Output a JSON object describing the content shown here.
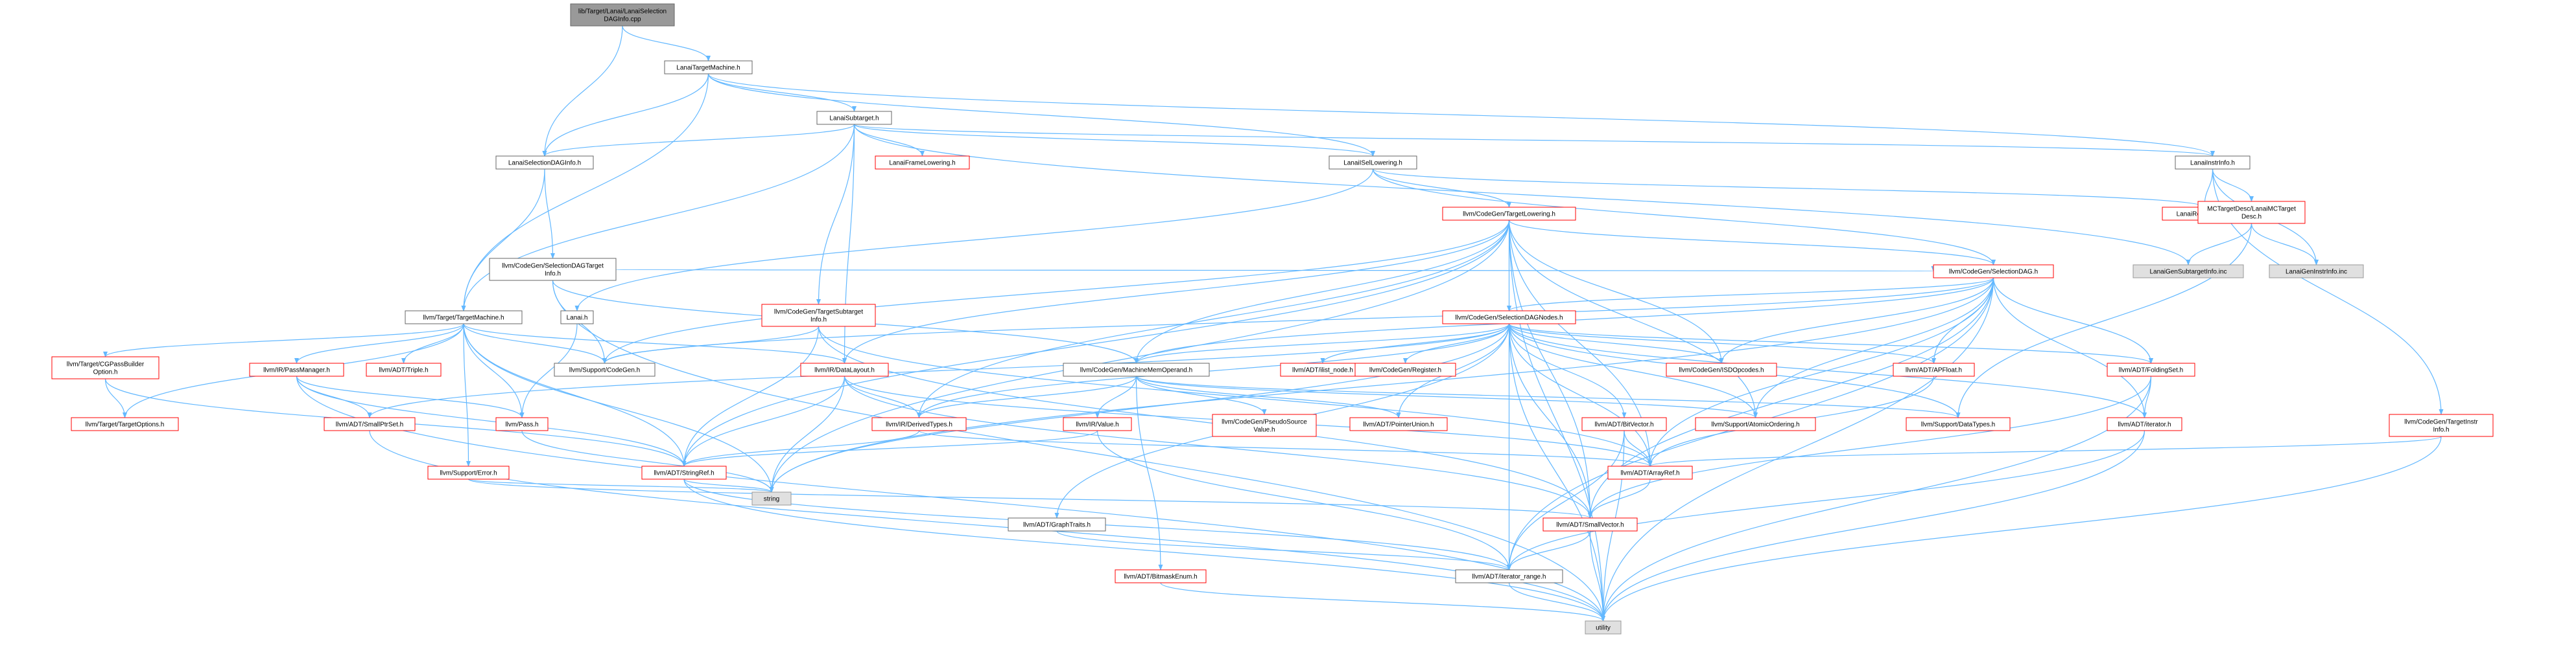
{
  "title": "",
  "colors": {
    "edge": "#63b8ff",
    "node_border_red": "#ff0000",
    "node_border_gray": "#999999",
    "node_border_black": "#666666",
    "root_fill": "#999999",
    "external_fill": "#e0e0e0",
    "node_fill": "#ffffff"
  },
  "nodes": [
    {
      "id": "root",
      "label": [
        "lib/Target/Lanai/LanaiSelection",
        "DAGInfo.cpp"
      ],
      "style": "root"
    },
    {
      "id": "LanaiTargetMachine",
      "label": [
        "LanaiTargetMachine.h"
      ],
      "style": "black"
    },
    {
      "id": "LanaiSubtarget",
      "label": [
        "LanaiSubtarget.h"
      ],
      "style": "black"
    },
    {
      "id": "LanaiSelectionDAGInfo",
      "label": [
        "LanaiSelectionDAGInfo.h"
      ],
      "style": "black"
    },
    {
      "id": "LanaiFrameLowering",
      "label": [
        "LanaiFrameLowering.h"
      ],
      "style": "red"
    },
    {
      "id": "LanaiISelLowering",
      "label": [
        "LanaiISelLowering.h"
      ],
      "style": "black"
    },
    {
      "id": "LanaiInstrInfo",
      "label": [
        "LanaiInstrInfo.h"
      ],
      "style": "black"
    },
    {
      "id": "LanaiRegisterInfo",
      "label": [
        "LanaiRegisterInfo.h"
      ],
      "style": "red"
    },
    {
      "id": "MCTargetDesc",
      "label": [
        "MCTargetDesc/LanaiMCTarget",
        "Desc.h"
      ],
      "style": "red"
    },
    {
      "id": "LanaiGenSubtargetInfo",
      "label": [
        "LanaiGenSubtargetInfo.inc"
      ],
      "style": "gray"
    },
    {
      "id": "LanaiGenInstrInfo",
      "label": [
        "LanaiGenInstrInfo.inc"
      ],
      "style": "gray"
    },
    {
      "id": "TargetLowering",
      "label": [
        "llvm/CodeGen/TargetLowering.h"
      ],
      "style": "red"
    },
    {
      "id": "SelectionDAGTargetInfo",
      "label": [
        "llvm/CodeGen/SelectionDAGTarget",
        "Info.h"
      ],
      "style": "black"
    },
    {
      "id": "Lanai",
      "label": [
        "Lanai.h"
      ],
      "style": "black"
    },
    {
      "id": "SelectionDAG",
      "label": [
        "llvm/CodeGen/SelectionDAG.h"
      ],
      "style": "red"
    },
    {
      "id": "TargetMachine",
      "label": [
        "llvm/Target/TargetMachine.h"
      ],
      "style": "black"
    },
    {
      "id": "TargetSubtargetInfo",
      "label": [
        "llvm/CodeGen/TargetSubtarget",
        "Info.h"
      ],
      "style": "red"
    },
    {
      "id": "SelectionDAGNodes",
      "label": [
        "llvm/CodeGen/SelectionDAGNodes.h"
      ],
      "style": "red"
    },
    {
      "id": "CGPassBuilderOption",
      "label": [
        "llvm/Target/CGPassBuilder",
        "Option.h"
      ],
      "style": "red"
    },
    {
      "id": "PassManager",
      "label": [
        "llvm/IR/PassManager.h"
      ],
      "style": "red"
    },
    {
      "id": "Triple",
      "label": [
        "llvm/ADT/Triple.h"
      ],
      "style": "red"
    },
    {
      "id": "SupportCodeGen",
      "label": [
        "llvm/Support/CodeGen.h"
      ],
      "style": "black"
    },
    {
      "id": "DataLayout",
      "label": [
        "llvm/IR/DataLayout.h"
      ],
      "style": "red"
    },
    {
      "id": "MachineMemOperand",
      "label": [
        "llvm/CodeGen/MachineMemOperand.h"
      ],
      "style": "black"
    },
    {
      "id": "ilist_node",
      "label": [
        "llvm/ADT/ilist_node.h"
      ],
      "style": "red"
    },
    {
      "id": "Register",
      "label": [
        "llvm/CodeGen/Register.h"
      ],
      "style": "red"
    },
    {
      "id": "ISDOpcodes",
      "label": [
        "llvm/CodeGen/ISDOpcodes.h"
      ],
      "style": "red"
    },
    {
      "id": "APFloat",
      "label": [
        "llvm/ADT/APFloat.h"
      ],
      "style": "red"
    },
    {
      "id": "FoldingSet",
      "label": [
        "llvm/ADT/FoldingSet.h"
      ],
      "style": "red"
    },
    {
      "id": "TargetOptions",
      "label": [
        "llvm/Target/TargetOptions.h"
      ],
      "style": "red"
    },
    {
      "id": "SmallPtrSet",
      "label": [
        "llvm/ADT/SmallPtrSet.h"
      ],
      "style": "red"
    },
    {
      "id": "Pass",
      "label": [
        "llvm/Pass.h"
      ],
      "style": "red"
    },
    {
      "id": "DerivedTypes",
      "label": [
        "llvm/IR/DerivedTypes.h"
      ],
      "style": "red"
    },
    {
      "id": "Value",
      "label": [
        "llvm/IR/Value.h"
      ],
      "style": "red"
    },
    {
      "id": "PseudoSourceValue",
      "label": [
        "llvm/CodeGen/PseudoSource",
        "Value.h"
      ],
      "style": "red"
    },
    {
      "id": "PointerUnion",
      "label": [
        "llvm/ADT/PointerUnion.h"
      ],
      "style": "red"
    },
    {
      "id": "BitVector",
      "label": [
        "llvm/ADT/BitVector.h"
      ],
      "style": "red"
    },
    {
      "id": "AtomicOrdering",
      "label": [
        "llvm/Support/AtomicOrdering.h"
      ],
      "style": "red"
    },
    {
      "id": "DataTypes",
      "label": [
        "llvm/Support/DataTypes.h"
      ],
      "style": "red"
    },
    {
      "id": "Iterator",
      "label": [
        "llvm/ADT/iterator.h"
      ],
      "style": "red"
    },
    {
      "id": "TargetInstrInfo",
      "label": [
        "llvm/CodeGen/TargetInstr",
        "Info.h"
      ],
      "style": "red"
    },
    {
      "id": "Error",
      "label": [
        "llvm/Support/Error.h"
      ],
      "style": "red"
    },
    {
      "id": "StringRef",
      "label": [
        "llvm/ADT/StringRef.h"
      ],
      "style": "red"
    },
    {
      "id": "ArrayRef",
      "label": [
        "llvm/ADT/ArrayRef.h"
      ],
      "style": "red"
    },
    {
      "id": "string",
      "label": [
        "string"
      ],
      "style": "gray"
    },
    {
      "id": "GraphTraits",
      "label": [
        "llvm/ADT/GraphTraits.h"
      ],
      "style": "black"
    },
    {
      "id": "SmallVector",
      "label": [
        "llvm/ADT/SmallVector.h"
      ],
      "style": "red"
    },
    {
      "id": "BitmaskEnum",
      "label": [
        "llvm/ADT/BitmaskEnum.h"
      ],
      "style": "red"
    },
    {
      "id": "iterator_range",
      "label": [
        "llvm/ADT/iterator_range.h"
      ],
      "style": "black"
    },
    {
      "id": "utility",
      "label": [
        "utility"
      ],
      "style": "gray"
    }
  ],
  "edges": [
    [
      "root",
      "LanaiTargetMachine"
    ],
    [
      "root",
      "LanaiSelectionDAGInfo"
    ],
    [
      "LanaiTargetMachine",
      "LanaiSubtarget"
    ],
    [
      "LanaiTargetMachine",
      "LanaiSelectionDAGInfo"
    ],
    [
      "LanaiTargetMachine",
      "LanaiISelLowering"
    ],
    [
      "LanaiTargetMachine",
      "LanaiInstrInfo"
    ],
    [
      "LanaiTargetMachine",
      "TargetMachine"
    ],
    [
      "LanaiSubtarget",
      "LanaiSelectionDAGInfo"
    ],
    [
      "LanaiSubtarget",
      "LanaiFrameLowering"
    ],
    [
      "LanaiSubtarget",
      "LanaiISelLowering"
    ],
    [
      "LanaiSubtarget",
      "LanaiInstrInfo"
    ],
    [
      "LanaiSubtarget",
      "LanaiGenSubtargetInfo"
    ],
    [
      "LanaiSubtarget",
      "TargetMachine"
    ],
    [
      "LanaiSubtarget",
      "TargetSubtargetInfo"
    ],
    [
      "LanaiSubtarget",
      "DataLayout"
    ],
    [
      "LanaiSelectionDAGInfo",
      "SelectionDAGTargetInfo"
    ],
    [
      "LanaiSelectionDAGInfo",
      "TargetMachine"
    ],
    [
      "LanaiISelLowering",
      "Lanai"
    ],
    [
      "LanaiISelLowering",
      "LanaiRegisterInfo"
    ],
    [
      "LanaiISelLowering",
      "TargetLowering"
    ],
    [
      "LanaiISelLowering",
      "SelectionDAG"
    ],
    [
      "LanaiInstrInfo",
      "LanaiRegisterInfo"
    ],
    [
      "LanaiInstrInfo",
      "MCTargetDesc"
    ],
    [
      "LanaiInstrInfo",
      "LanaiGenInstrInfo"
    ],
    [
      "LanaiInstrInfo",
      "TargetInstrInfo"
    ],
    [
      "MCTargetDesc",
      "LanaiGenSubtargetInfo"
    ],
    [
      "MCTargetDesc",
      "LanaiGenInstrInfo"
    ],
    [
      "MCTargetDesc",
      "DataTypes"
    ],
    [
      "TargetLowering",
      "SelectionDAG"
    ],
    [
      "TargetLowering",
      "SelectionDAGNodes"
    ],
    [
      "TargetLowering",
      "ISDOpcodes"
    ],
    [
      "TargetLowering",
      "DataLayout"
    ],
    [
      "TargetLowering",
      "DerivedTypes"
    ],
    [
      "TargetLowering",
      "AtomicOrdering"
    ],
    [
      "TargetLowering",
      "ArrayRef"
    ],
    [
      "TargetLowering",
      "SmallVector"
    ],
    [
      "TargetLowering",
      "StringRef"
    ],
    [
      "TargetLowering",
      "string"
    ],
    [
      "TargetLowering",
      "utility"
    ],
    [
      "TargetLowering",
      "SupportCodeGen"
    ],
    [
      "TargetLowering",
      "MachineMemOperand"
    ],
    [
      "SelectionDAGTargetInfo",
      "SelectionDAG"
    ],
    [
      "SelectionDAGTargetInfo",
      "SupportCodeGen"
    ],
    [
      "SelectionDAGTargetInfo",
      "MachineMemOperand"
    ],
    [
      "SelectionDAGTargetInfo",
      "utility"
    ],
    [
      "Lanai",
      "Pass"
    ],
    [
      "SelectionDAG",
      "SelectionDAGNodes"
    ],
    [
      "SelectionDAG",
      "APFloat"
    ],
    [
      "SelectionDAG",
      "FoldingSet"
    ],
    [
      "SelectionDAG",
      "ISDOpcodes"
    ],
    [
      "SelectionDAG",
      "MachineMemOperand"
    ],
    [
      "SelectionDAG",
      "Iterator"
    ],
    [
      "SelectionDAG",
      "ArrayRef"
    ],
    [
      "SelectionDAG",
      "SmallVector"
    ],
    [
      "SelectionDAG",
      "iterator_range"
    ],
    [
      "SelectionDAG",
      "utility"
    ],
    [
      "SelectionDAG",
      "string"
    ],
    [
      "SelectionDAG",
      "SupportCodeGen"
    ],
    [
      "SelectionDAG",
      "AtomicOrdering"
    ],
    [
      "TargetMachine",
      "CGPassBuilderOption"
    ],
    [
      "TargetMachine",
      "PassManager"
    ],
    [
      "TargetMachine",
      "Triple"
    ],
    [
      "TargetMachine",
      "SupportCodeGen"
    ],
    [
      "TargetMachine",
      "DataLayout"
    ],
    [
      "TargetMachine",
      "TargetOptions"
    ],
    [
      "TargetMachine",
      "Pass"
    ],
    [
      "TargetMachine",
      "StringRef"
    ],
    [
      "TargetMachine",
      "Error"
    ],
    [
      "TargetMachine",
      "string"
    ],
    [
      "TargetSubtargetInfo",
      "SupportCodeGen"
    ],
    [
      "TargetSubtargetInfo",
      "StringRef"
    ],
    [
      "TargetSubtargetInfo",
      "ArrayRef"
    ],
    [
      "TargetSubtargetInfo",
      "SmallVector"
    ],
    [
      "SelectionDAGNodes",
      "MachineMemOperand"
    ],
    [
      "SelectionDAGNodes",
      "ilist_node"
    ],
    [
      "SelectionDAGNodes",
      "Register"
    ],
    [
      "SelectionDAGNodes",
      "ISDOpcodes"
    ],
    [
      "SelectionDAGNodes",
      "APFloat"
    ],
    [
      "SelectionDAGNodes",
      "FoldingSet"
    ],
    [
      "SelectionDAGNodes",
      "BitVector"
    ],
    [
      "SelectionDAGNodes",
      "AtomicOrdering"
    ],
    [
      "SelectionDAGNodes",
      "DataTypes"
    ],
    [
      "SelectionDAGNodes",
      "Iterator"
    ],
    [
      "SelectionDAGNodes",
      "ArrayRef"
    ],
    [
      "SelectionDAGNodes",
      "SmallVector"
    ],
    [
      "SelectionDAGNodes",
      "GraphTraits"
    ],
    [
      "SelectionDAGNodes",
      "iterator_range"
    ],
    [
      "SelectionDAGNodes",
      "SmallPtrSet"
    ],
    [
      "SelectionDAGNodes",
      "DerivedTypes"
    ],
    [
      "SelectionDAGNodes",
      "string"
    ],
    [
      "SelectionDAGNodes",
      "utility"
    ],
    [
      "SelectionDAGNodes",
      "PointerUnion"
    ],
    [
      "CGPassBuilderOption",
      "TargetOptions"
    ],
    [
      "CGPassBuilderOption",
      "StringRef"
    ],
    [
      "PassManager",
      "SmallPtrSet"
    ],
    [
      "PassManager",
      "Pass"
    ],
    [
      "PassManager",
      "StringRef"
    ],
    [
      "PassManager",
      "utility"
    ],
    [
      "DataLayout",
      "DerivedTypes"
    ],
    [
      "DataLayout",
      "StringRef"
    ],
    [
      "DataLayout",
      "ArrayRef"
    ],
    [
      "DataLayout",
      "SmallVector"
    ],
    [
      "DataLayout",
      "string"
    ],
    [
      "MachineMemOperand",
      "DerivedTypes"
    ],
    [
      "MachineMemOperand",
      "Value"
    ],
    [
      "MachineMemOperand",
      "PseudoSourceValue"
    ],
    [
      "MachineMemOperand",
      "PointerUnion"
    ],
    [
      "MachineMemOperand",
      "AtomicOrdering"
    ],
    [
      "MachineMemOperand",
      "DataTypes"
    ],
    [
      "MachineMemOperand",
      "BitmaskEnum"
    ],
    [
      "APFloat",
      "ArrayRef"
    ],
    [
      "FoldingSet",
      "Iterator"
    ],
    [
      "FoldingSet",
      "SmallVector"
    ],
    [
      "FoldingSet",
      "utility"
    ],
    [
      "SmallPtrSet",
      "utility"
    ],
    [
      "Pass",
      "string"
    ],
    [
      "DerivedTypes",
      "ArrayRef"
    ],
    [
      "DerivedTypes",
      "StringRef"
    ],
    [
      "Value",
      "StringRef"
    ],
    [
      "Value",
      "iterator_range"
    ],
    [
      "BitVector",
      "ArrayRef"
    ],
    [
      "BitVector",
      "iterator_range"
    ],
    [
      "BitVector",
      "utility"
    ],
    [
      "Iterator",
      "iterator_range"
    ],
    [
      "Iterator",
      "utility"
    ],
    [
      "TargetInstrInfo",
      "ArrayRef"
    ],
    [
      "TargetInstrInfo",
      "utility"
    ],
    [
      "Error",
      "string"
    ],
    [
      "Error",
      "SmallVector"
    ],
    [
      "StringRef",
      "iterator_range"
    ],
    [
      "StringRef",
      "string"
    ],
    [
      "StringRef",
      "utility"
    ],
    [
      "ArrayRef",
      "SmallVector"
    ],
    [
      "GraphTraits",
      "iterator_range"
    ],
    [
      "SmallVector",
      "iterator_range"
    ],
    [
      "SmallVector",
      "utility"
    ],
    [
      "BitmaskEnum",
      "utility"
    ],
    [
      "iterator_range",
      "utility"
    ]
  ]
}
